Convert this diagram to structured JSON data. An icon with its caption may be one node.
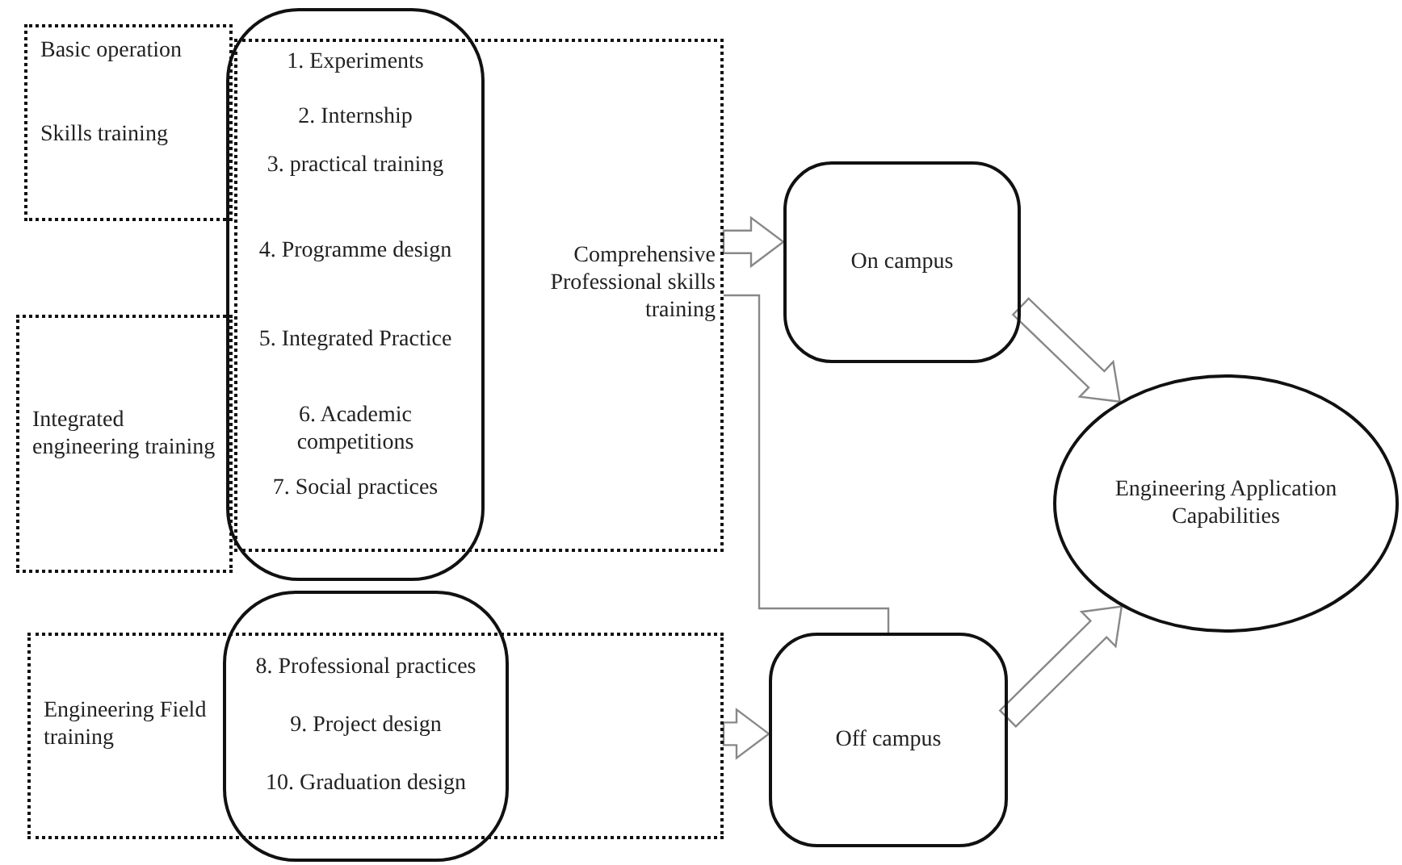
{
  "diagram": {
    "nodes": [
      {
        "text": [
          "Basic operation",
          "Skills training"
        ]
      },
      {
        "text": [
          "Comprehensive Professional skills training"
        ]
      },
      {
        "text": [
          "Integrated engineering training"
        ]
      },
      {
        "text": [
          "1. Experiments",
          "2. Internship",
          "3. practical training",
          "4. Programme design",
          "5. Integrated Practice",
          "6. Academic competitions",
          "7. Social practices"
        ]
      },
      {
        "text": [
          "8. Professional practices",
          "9. Project design",
          "10. Graduation design"
        ]
      },
      {
        "text": [
          "Engineering Field training"
        ]
      },
      {
        "text": [
          "On campus"
        ]
      },
      {
        "text": [
          "Engineering Application Capabilities"
        ]
      },
      {
        "text": [
          "Off campus"
        ]
      }
    ],
    "edges": [
      {
        "from": 1,
        "to": 6,
        "arrow": "to"
      },
      {
        "from": 1,
        "to": 8,
        "arrow": "none"
      },
      {
        "from": 5,
        "to": 8,
        "arrow": "to"
      },
      {
        "from": 6,
        "to": 7,
        "arrow": "to"
      },
      {
        "from": 8,
        "to": 7,
        "arrow": "to"
      }
    ]
  }
}
